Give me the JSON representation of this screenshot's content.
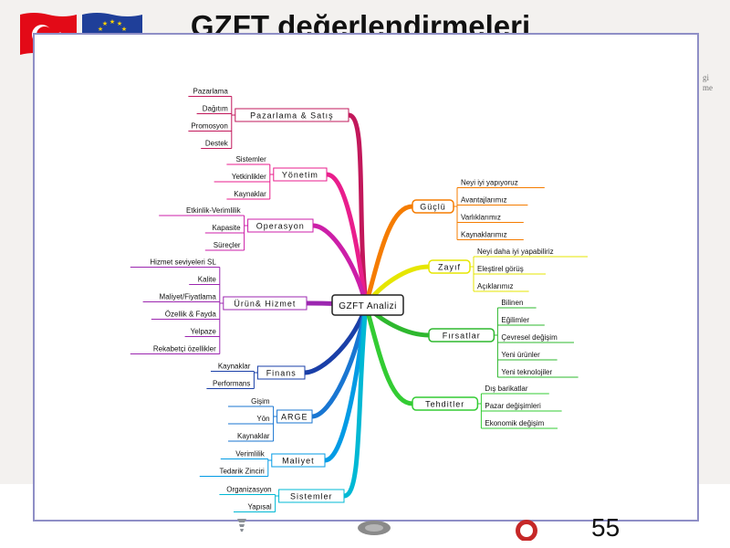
{
  "slide": {
    "title": "GZFT değerlendirmeleri",
    "page_number": "55"
  },
  "mindmap": {
    "center": "GZFT Analizi",
    "left": [
      {
        "label": "Pazarlama & Satış",
        "color": "#c2185b",
        "items": [
          "Pazarlama",
          "Dağıtım",
          "Promosyon",
          "Destek"
        ]
      },
      {
        "label": "Yönetim",
        "color": "#e91e8c",
        "items": [
          "Sistemler",
          "Yetkinlikler",
          "Kaynaklar"
        ]
      },
      {
        "label": "Operasyon",
        "color": "#cc1fa8",
        "items": [
          "Etkinlik-Verimlilik",
          "Kapasite",
          "Süreçler"
        ]
      },
      {
        "label": "Ürün& Hizmet",
        "color": "#9c27b0",
        "items": [
          "Hizmet seviyeleri SL",
          "Kalite",
          "Maliyet/Fiyatlama",
          "Özellik & Fayda",
          "Yelpaze",
          "Rekabetçi özellikler"
        ]
      },
      {
        "label": "Finans",
        "color": "#1a3fa8",
        "items": [
          "Kaynaklar",
          "Performans"
        ]
      },
      {
        "label": "ARGE",
        "color": "#1976d2",
        "items": [
          "Gişim",
          "Yön",
          "Kaynaklar"
        ]
      },
      {
        "label": "Maliyet",
        "color": "#039be5",
        "items": [
          "Verimlilik",
          "Tedarik Zinciri"
        ]
      },
      {
        "label": "Sistemler",
        "color": "#00b8d4",
        "items": [
          "Organizasyon",
          "Yapısal"
        ]
      }
    ],
    "right": [
      {
        "label": "Güçlü",
        "color": "#f57c00",
        "items": [
          "Neyi iyi yapıyoruz",
          "Avantajlarımız",
          "Varlıklarımız",
          "Kaynaklarımız"
        ]
      },
      {
        "label": "Zayıf",
        "color": "#e6e600",
        "items": [
          "Neyi daha iyi yapabiliriz",
          "Eleştirel görüş",
          "Açıklarımız"
        ]
      },
      {
        "label": "Fırsatlar",
        "color": "#2eb82e",
        "items": [
          "Bilinen",
          "Eğilimler",
          "Çevresel değişim",
          "Yeni ürünler",
          "Yeni teknolojiler"
        ]
      },
      {
        "label": "Tehditler",
        "color": "#33cc33",
        "items": [
          "Dış barikatlar",
          "Pazar değişimleri",
          "Ekonomik değişim"
        ]
      }
    ]
  },
  "colors": {
    "frame": "#8f8fc6",
    "center_border": "#222222"
  },
  "icons": {
    "flag_turkey": "turkey-flag-icon",
    "flag_eu": "eu-flag-icon"
  }
}
